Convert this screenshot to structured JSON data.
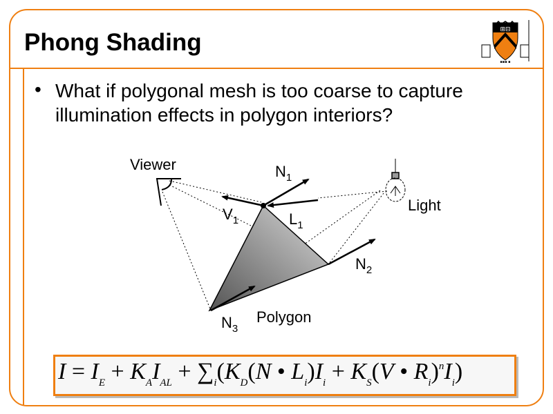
{
  "slide": {
    "title": "Phong Shading",
    "logo": "princeton-shield-logo",
    "bullets": [
      {
        "marker": "•",
        "text": "What if polygonal mesh is too coarse to capture illumination effects in polygon interiors?"
      }
    ]
  },
  "diagram": {
    "labels": {
      "viewer": "Viewer",
      "light": "Light",
      "polygon": "Polygon",
      "n1": "N",
      "n1_sub": "1",
      "n2": "N",
      "n2_sub": "2",
      "n3": "N",
      "n3_sub": "3",
      "v1": "V",
      "v1_sub": "1",
      "l1": "L",
      "l1_sub": "1"
    }
  },
  "formula": {
    "text": "I = I_E + K_A I_AL + Σ_i (K_D (N • L_i) I_i + K_S (V • R_i)^n I_i)",
    "parts": {
      "I": "I",
      "eq": " = ",
      "IE": "I",
      "E": "E",
      "plus1": " + ",
      "KA": "K",
      "A": "A",
      "IAL": "I",
      "AL": "AL",
      "plus2": " + ",
      "sum": "∑",
      "i1": "i",
      "open1": "(",
      "KD": "K",
      "D": "D",
      "open2": "(",
      "N": "N",
      "dot1": " • ",
      "L": "L",
      "i2": "i",
      "close1": ")",
      "Ii1": "I",
      "i3": "i",
      "plus3": " + ",
      "KS": "K",
      "S": "S",
      "open3": "(",
      "V": "V",
      "dot2": " • ",
      "R": "R",
      "i4": "i",
      "close2": ")",
      "n": "n",
      "Ii2": "I",
      "i5": "i",
      "close3": ")"
    }
  },
  "colors": {
    "accent": "#ef7f11",
    "formula_bg": "#f7f7f7"
  }
}
